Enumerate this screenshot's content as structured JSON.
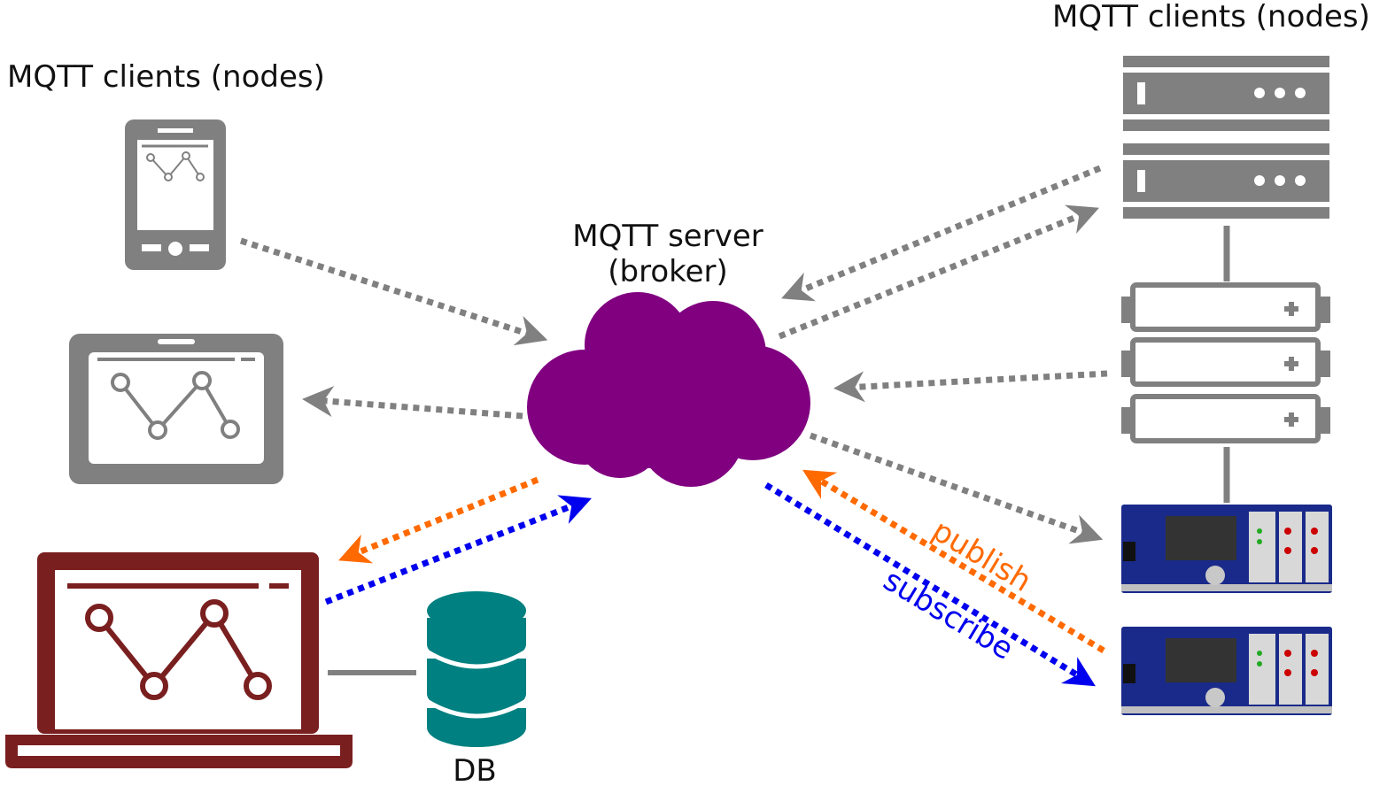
{
  "labels": {
    "clients_left": "MQTT clients (nodes)",
    "clients_right": "MQTT clients (nodes)",
    "server_line1": "MQTT server",
    "server_line2": "(broker)",
    "db": "DB",
    "publish": "publish",
    "subscribe": "subscribe"
  },
  "colors": {
    "broker": "#800080",
    "device_gray": "#808080",
    "laptop": "#7a1f1f",
    "database": "#008080",
    "publish": "#ff6a00",
    "subscribe": "#0000ee",
    "instrument": "#1a2a8a"
  },
  "nodes": [
    {
      "name": "smartphone",
      "icon": "smartphone-icon"
    },
    {
      "name": "tablet",
      "icon": "tablet-icon"
    },
    {
      "name": "laptop",
      "icon": "laptop-icon"
    },
    {
      "name": "database",
      "icon": "database-icon"
    },
    {
      "name": "server-rack",
      "icon": "server-icon"
    },
    {
      "name": "battery-pack",
      "icon": "battery-icon"
    },
    {
      "name": "instrument-1",
      "icon": "instrument-icon"
    },
    {
      "name": "instrument-2",
      "icon": "instrument-icon"
    }
  ]
}
